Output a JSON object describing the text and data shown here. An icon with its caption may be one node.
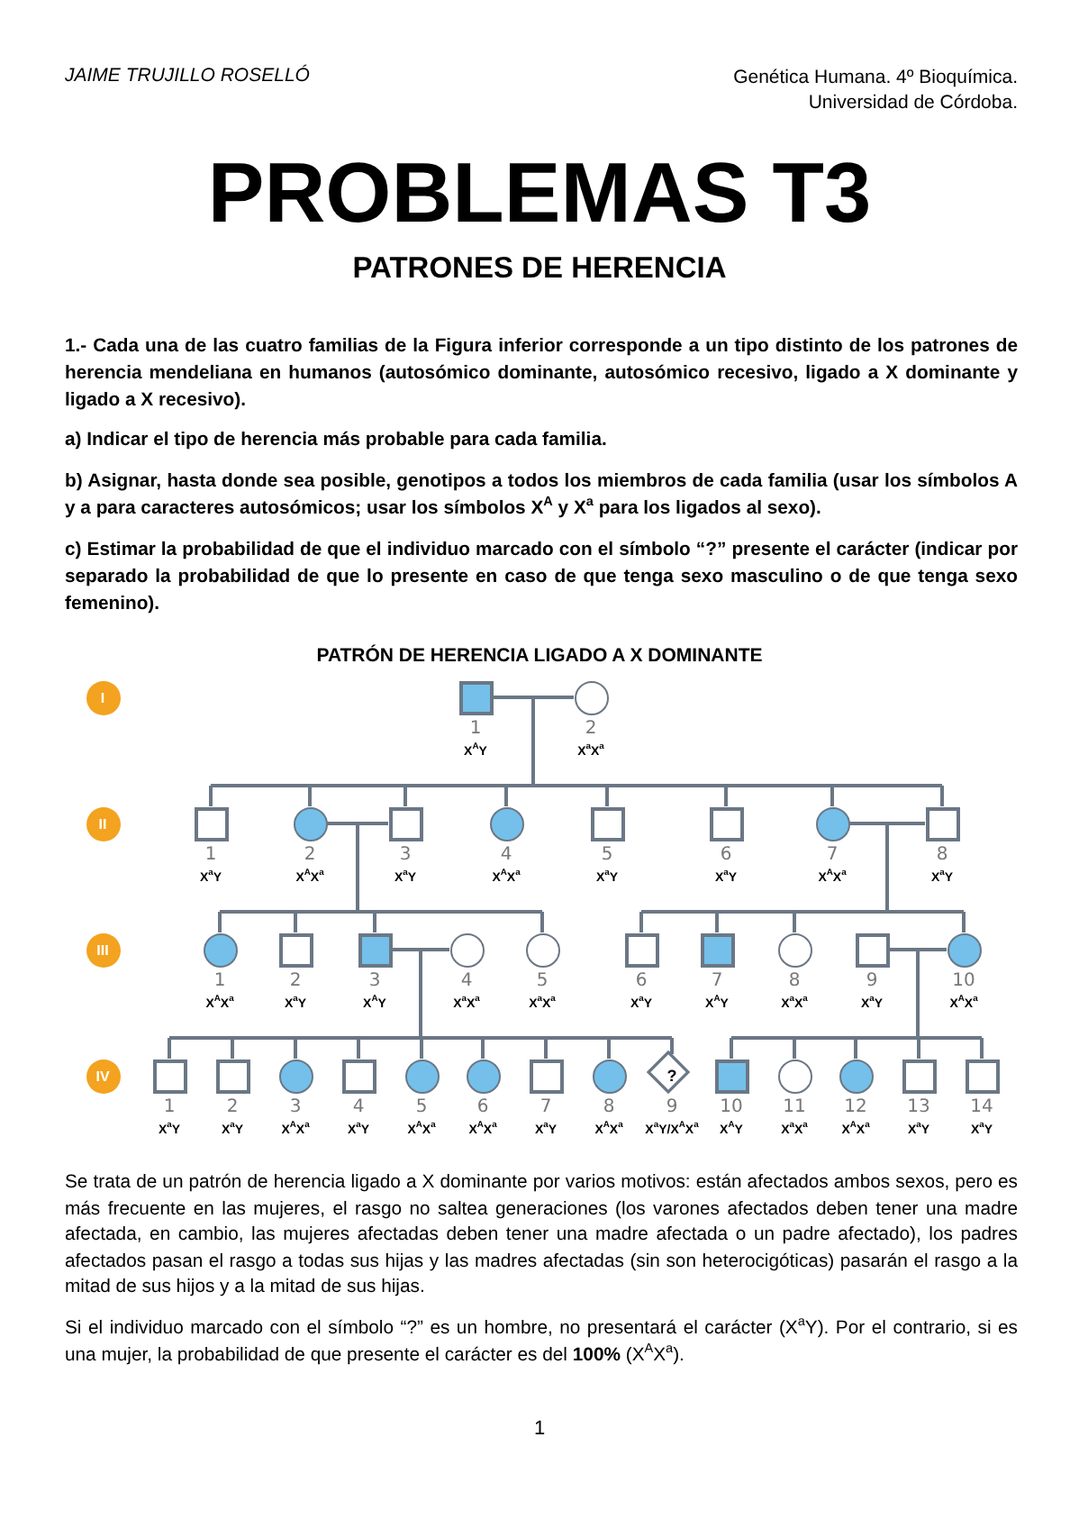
{
  "diagram": {
    "title": "PROBLEMAS T3",
    "nodes": [
      {
        "text": [
          "I"
        ]
      },
      {
        "text": [],
        "shape": "block",
        "beside": [
          "1",
          "X$^{A}$Y"
        ]
      },
      {
        "text": [],
        "shape": "circle",
        "beside": [
          "2",
          "X$^{a}$X$^{a}$"
        ]
      },
      {
        "text": [
          "II"
        ]
      },
      {
        "text": [],
        "shape": "box",
        "beside": [
          "1",
          "X$^{a}$Y"
        ]
      },
      {
        "text": [],
        "shape": "disc",
        "beside": [
          "2",
          "X$^{A}$X$^{a}$"
        ]
      },
      {
        "text": [],
        "shape": "box",
        "beside": [
          "3",
          "X$^{a}$Y"
        ]
      },
      {
        "text": [],
        "shape": "disc",
        "beside": [
          "4",
          "X$^{A}$X$^{a}$"
        ]
      },
      {
        "text": [],
        "shape": "box",
        "beside": [
          "5",
          "X$^{a}$Y"
        ]
      },
      {
        "text": [],
        "shape": "box",
        "beside": [
          "6",
          "X$^{a}$Y"
        ]
      },
      {
        "text": [],
        "shape": "disc",
        "beside": [
          "7",
          "X$^{A}$X$^{a}$"
        ]
      },
      {
        "text": [],
        "shape": "box",
        "beside": [
          "8",
          "X$^{a}$Y"
        ]
      },
      {
        "text": [
          "III"
        ]
      },
      {
        "text": [],
        "shape": "disc",
        "beside": [
          "1",
          "X$^{A}$X$^{a}$"
        ]
      },
      {
        "text": [],
        "shape": "box",
        "beside": [
          "2",
          "X$^{a}$Y"
        ]
      },
      {
        "text": [],
        "shape": "block",
        "beside": [
          "3",
          "X$^{A}$Y"
        ]
      },
      {
        "text": [],
        "shape": "circle",
        "beside": [
          "4",
          "X$^{a}$X$^{a}$"
        ]
      },
      {
        "text": [],
        "shape": "circle",
        "beside": [
          "5",
          "X$^{a}$X$^{a}$"
        ]
      },
      {
        "text": [],
        "shape": "box",
        "beside": [
          "6",
          "X$^{a}$Y"
        ]
      },
      {
        "text": [],
        "shape": "block",
        "beside": [
          "7",
          "X$^{A}$Y"
        ]
      },
      {
        "text": [],
        "shape": "circle",
        "beside": [
          "8",
          "X$^{a}$X$^{a}$"
        ]
      },
      {
        "text": [],
        "shape": "box",
        "beside": [
          "9",
          "X$^{a}$Y"
        ]
      },
      {
        "text": [],
        "shape": "disc",
        "beside": [
          "10",
          "X$^{A}$X$^{a}$"
        ]
      },
      {
        "text": [
          "IV"
        ]
      },
      {
        "text": [],
        "shape": "box",
        "beside": [
          "1",
          "X$^{a}$Y"
        ]
      },
      {
        "text": [],
        "shape": "box",
        "beside": [
          "2",
          "X$^{a}$Y"
        ]
      },
      {
        "text": [],
        "shape": "disc",
        "beside": [
          "3",
          "X$^{A}$X$^{a}$"
        ]
      },
      {
        "text": [],
        "shape": "box",
        "beside": [
          "4",
          "X$^{a}$Y"
        ]
      },
      {
        "text": [],
        "shape": "disc",
        "beside": [
          "5",
          "X$^{A}$X$^{a}$"
        ]
      },
      {
        "text": [],
        "shape": "disc",
        "beside": [
          "6",
          "X$^{A}$X$^{a}$"
        ]
      },
      {
        "text": [],
        "shape": "box",
        "beside": [
          "7",
          "X$^{a}$Y"
        ]
      },
      {
        "text": [],
        "shape": "disc",
        "beside": [
          "8",
          "X$^{A}$X$^{a}$"
        ]
      },
      {
        "text": [
          "?"
        ],
        "beside": [
          "9",
          "X$^{a}$Y/X$^{A}$X$^{a}$"
        ]
      },
      {
        "text": [],
        "shape": "block",
        "beside": [
          "10",
          "X$^{A}$Y"
        ]
      },
      {
        "text": [],
        "shape": "circle",
        "beside": [
          "11",
          "X$^{a}$X$^{a}$"
        ]
      },
      {
        "text": [],
        "shape": "disc",
        "beside": [
          "12",
          "X$^{A}$X$^{a}$"
        ]
      },
      {
        "text": [],
        "shape": "box",
        "beside": [
          "13",
          "X$^{a}$Y"
        ]
      },
      {
        "text": [],
        "shape": "box",
        "beside": [
          "14",
          "X$^{a}$Y"
        ]
      }
    ],
    "edges": [
      {
        "from": 1,
        "to": 2,
        "arrow": "none"
      },
      {
        "from": 1,
        "to": 4,
        "arrow": "none"
      },
      {
        "from": 2,
        "to": 4,
        "arrow": "none"
      },
      {
        "from": 1,
        "to": 5,
        "arrow": "none"
      },
      {
        "from": 2,
        "to": 5,
        "arrow": "none"
      },
      {
        "from": 1,
        "to": 6,
        "arrow": "none"
      },
      {
        "from": 2,
        "to": 6,
        "arrow": "none"
      },
      {
        "from": 1,
        "to": 7,
        "arrow": "none"
      },
      {
        "from": 2,
        "to": 7,
        "arrow": "none"
      },
      {
        "from": 1,
        "to": 8,
        "arrow": "none"
      },
      {
        "from": 2,
        "to": 8,
        "arrow": "none"
      },
      {
        "from": 1,
        "to": 9,
        "arrow": "none"
      },
      {
        "from": 2,
        "to": 9,
        "arrow": "none"
      },
      {
        "from": 1,
        "to": 10,
        "arrow": "none"
      },
      {
        "from": 2,
        "to": 10,
        "arrow": "none"
      },
      {
        "from": 1,
        "to": 11,
        "arrow": "none"
      },
      {
        "from": 2,
        "to": 11,
        "arrow": "none"
      },
      {
        "from": 5,
        "to": 6,
        "arrow": "none"
      },
      {
        "from": 5,
        "to": 13,
        "arrow": "none"
      },
      {
        "from": 6,
        "to": 13,
        "arrow": "none"
      },
      {
        "from": 5,
        "to": 14,
        "arrow": "none"
      },
      {
        "from": 6,
        "to": 14,
        "arrow": "none"
      },
      {
        "from": 5,
        "to": 15,
        "arrow": "none"
      },
      {
        "from": 6,
        "to": 15,
        "arrow": "none"
      },
      {
        "from": 5,
        "to": 17,
        "arrow": "none"
      },
      {
        "from": 6,
        "to": 17,
        "arrow": "none"
      },
      {
        "from": 10,
        "to": 11,
        "arrow": "none"
      },
      {
        "from": 10,
        "to": 18,
        "arrow": "none"
      },
      {
        "from": 11,
        "to": 18,
        "arrow": "none"
      },
      {
        "from": 10,
        "to": 19,
        "arrow": "none"
      },
      {
        "from": 11,
        "to": 19,
        "arrow": "none"
      },
      {
        "from": 10,
        "to": 20,
        "arrow": "none"
      },
      {
        "from": 11,
        "to": 20,
        "arrow": "none"
      },
      {
        "from": 10,
        "to": 22,
        "arrow": "none"
      },
      {
        "from": 11,
        "to": 22,
        "arrow": "none"
      },
      {
        "from": 15,
        "to": 16,
        "arrow": "none"
      },
      {
        "from": 15,
        "to": 24,
        "arrow": "none"
      },
      {
        "from": 16,
        "to": 24,
        "arrow": "none"
      },
      {
        "from": 15,
        "to": 25,
        "arrow": "none"
      },
      {
        "from": 16,
        "to": 25,
        "arrow": "none"
      },
      {
        "from": 15,
        "to": 26,
        "arrow": "none"
      },
      {
        "from": 16,
        "to": 26,
        "arrow": "none"
      },
      {
        "from": 15,
        "to": 27,
        "arrow": "none"
      },
      {
        "from": 16,
        "to": 27,
        "arrow": "none"
      },
      {
        "from": 15,
        "to": 28,
        "arrow": "none"
      },
      {
        "from": 16,
        "to": 28,
        "arrow": "none"
      },
      {
        "from": 15,
        "to": 29,
        "arrow": "none"
      },
      {
        "from": 16,
        "to": 29,
        "arrow": "none"
      },
      {
        "from": 15,
        "to": 30,
        "arrow": "none"
      },
      {
        "from": 16,
        "to": 30,
        "arrow": "none"
      },
      {
        "from": 15,
        "to": 31,
        "arrow": "none"
      },
      {
        "from": 16,
        "to": 31,
        "arrow": "none"
      },
      {
        "from": 15,
        "to": 32,
        "arrow": "none"
      },
      {
        "from": 16,
        "to": 32,
        "arrow": "none"
      },
      {
        "from": 21,
        "to": 22,
        "arrow": "none"
      },
      {
        "from": 21,
        "to": 33,
        "arrow": "none"
      },
      {
        "from": 22,
        "to": 33,
        "arrow": "none"
      },
      {
        "from": 21,
        "to": 34,
        "arrow": "none"
      },
      {
        "from": 22,
        "to": 34,
        "arrow": "none"
      },
      {
        "from": 21,
        "to": 35,
        "arrow": "none"
      },
      {
        "from": 22,
        "to": 35,
        "arrow": "none"
      },
      {
        "from": 21,
        "to": 36,
        "arrow": "none"
      },
      {
        "from": 22,
        "to": 36,
        "arrow": "none"
      },
      {
        "from": 21,
        "to": 37,
        "arrow": "none"
      },
      {
        "from": 22,
        "to": 37,
        "arrow": "none"
      }
    ],
    "labels": [
      "JAIME TRUJILLO ROSELLÓ",
      "Genética Humana. 4º Bioquímica. Universidad de Córdoba.",
      "PATRONES DE HERENCIA",
      "1.- Cada una de las cuatro familias de la Figura inferior corresponde a un tipo distinto de los patrones de herencia mendeliana en humanos (autosómico dominante, autosómico recesivo, ligado a X dominante y ligado a X recesivo).",
      "a) Indicar el tipo de herencia más probable para cada familia.",
      "b) Asignar, hasta donde sea posible, genotipos a todos los miembros de cada familia (usar los símbolos A y a para caracteres autosómicos; usar los símbolos X$^{A}$ y X$^{a}$ para los ligados al sexo).",
      "c) Estimar la probabilidad de que el individuo marcado con el símbolo “?” presente el carácter (indicar por separado la probabilidad de que lo presente en caso de que tenga sexo masculino o de que tenga sexo femenino).",
      "PATRÓN DE HERENCIA LIGADO A X DOMINANTE",
      "Se trata de un patrón de herencia ligado a X dominante por varios motivos: están afectados ambos sexos, pero es más frecuente en las mujeres, el rasgo no saltea generaciones (los varones afectados deben tener una madre afectada, en cambio, las mujeres afectadas deben tener una madre afectada o un padre afectado), los padres afectados pasan el rasgo a todas sus hijas y las madres afectadas (sin son heterocigóticas) pasarán el rasgo a la mitad de sus hijos y a la mitad de sus hijas.",
      "Si el individuo marcado con el símbolo “?” es un hombre, no presentará el carácter (X$^{a}$Y). Por el contrario, si es una mujer, la probabilidad de que presente el carácter es del **100%** (X$^{A}$X$^{a}$).",
      "1"
    ]
  }
}
